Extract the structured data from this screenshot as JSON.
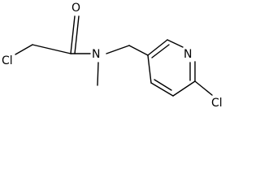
{
  "molecule": {
    "atoms": {
      "cl_acyl": "Cl",
      "o_carbonyl": "O",
      "n_amide": "N",
      "n_ring": "N",
      "cl_ring": "Cl"
    }
  }
}
